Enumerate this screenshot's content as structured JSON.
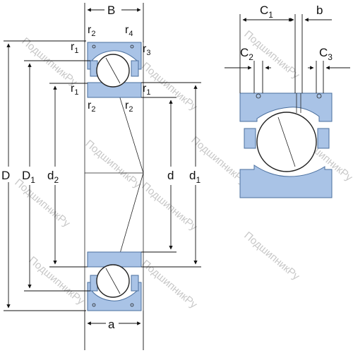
{
  "labels": {
    "B": "B",
    "a": "a",
    "D": "D",
    "D1": "D",
    "D1_sub": "1",
    "d2": "d",
    "d2_sub": "2",
    "d": "d",
    "d1": "d",
    "d1_sub": "1",
    "r": "r",
    "sub1": "1",
    "sub2": "2",
    "sub3": "3",
    "sub4": "4",
    "C1": "C",
    "C1_sub": "1",
    "b": "b",
    "C2": "C",
    "C2_sub": "2",
    "C3": "C",
    "C3_sub": "3"
  },
  "watermark": "ПодшипникРу",
  "colors": {
    "ring_fill": "#a9c3e6",
    "ring_stroke": "#4a6f9e",
    "line": "#111111",
    "watermark": "#c8c8c8"
  }
}
